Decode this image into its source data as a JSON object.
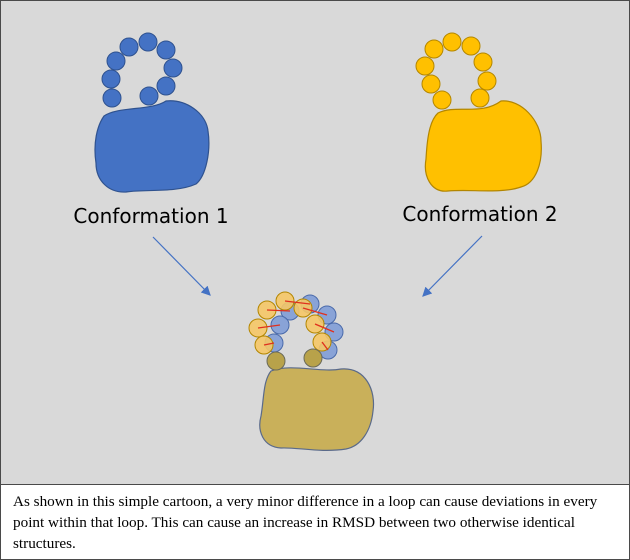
{
  "labels": {
    "conformation_1": "Conformation 1",
    "conformation_2": "Conformation 2"
  },
  "caption": "As shown in this simple cartoon, a very minor difference in a loop can cause deviations in every point within that loop. This can cause an increase in RMSD between two otherwise identical structures.",
  "colors": {
    "panel_background": "#d9d9d9",
    "conformation_1": "#4472c4",
    "conformation_1_outline": "#2f528f",
    "conformation_2": "#ffc000",
    "conformation_2_outline": "#b38600",
    "overlay_body": "#c9b05a",
    "deviation_lines": "#e0301e",
    "arrows": "#4472c4"
  },
  "icons": {
    "arrow_1": "arrow-down-right-icon",
    "arrow_2": "arrow-down-left-icon"
  }
}
